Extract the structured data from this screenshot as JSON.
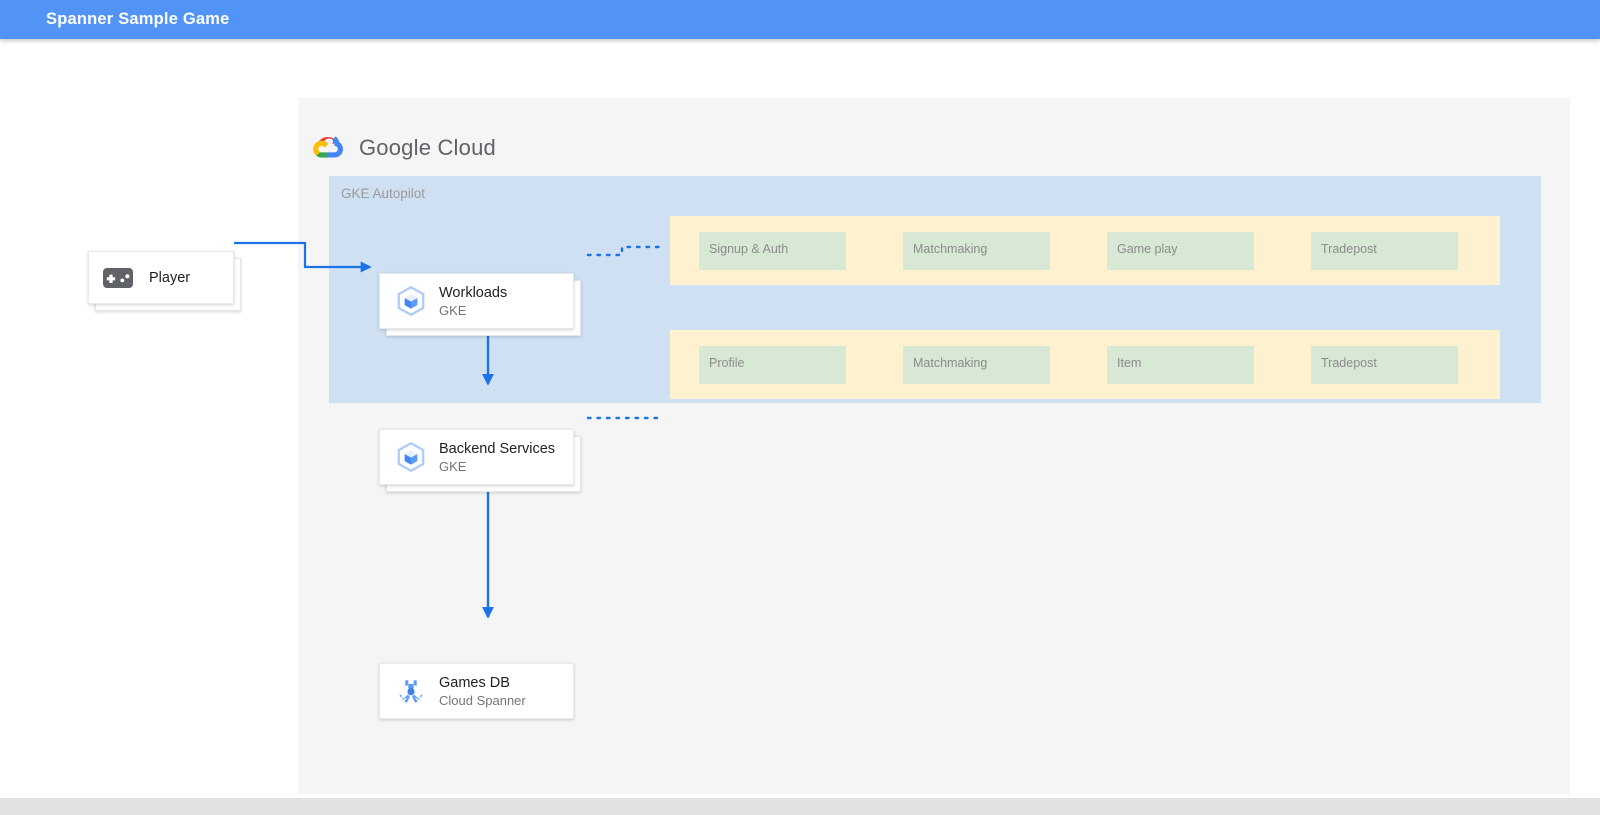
{
  "appbar": {
    "title": "Spanner Sample Game",
    "background": "#5294f5",
    "text_color": "#ffffff"
  },
  "diagram": {
    "provider": {
      "logo_icon": "google-cloud-logo-icon",
      "wordmark_primary": "Google",
      "wordmark_secondary": "Cloud"
    },
    "zone": {
      "label": "GKE Autopilot",
      "background": "#cfe0f3"
    },
    "bands": [
      {
        "name": "workloads-services-band",
        "background": "#fdf1cf",
        "services": [
          {
            "label": "Signup & Auth"
          },
          {
            "label": "Matchmaking"
          },
          {
            "label": "Game play"
          },
          {
            "label": "Tradepost"
          }
        ]
      },
      {
        "name": "backend-services-band",
        "background": "#fdf1cf",
        "services": [
          {
            "label": "Profile"
          },
          {
            "label": "Matchmaking"
          },
          {
            "label": "Item"
          },
          {
            "label": "Tradepost"
          }
        ]
      }
    ],
    "nodes": {
      "player": {
        "label": "Player",
        "icon": "gamepad-icon"
      },
      "workloads": {
        "title": "Workloads",
        "subtitle": "GKE",
        "icon": "gke-hexagon-icon"
      },
      "backend_services": {
        "title": "Backend Services",
        "subtitle": "GKE",
        "icon": "gke-hexagon-icon"
      },
      "games_db": {
        "title": "Games DB",
        "subtitle": "Cloud Spanner",
        "icon": "cloud-spanner-icon"
      }
    },
    "connector_color": "#1a73e8",
    "canvas_background": "#f5f5f5"
  }
}
